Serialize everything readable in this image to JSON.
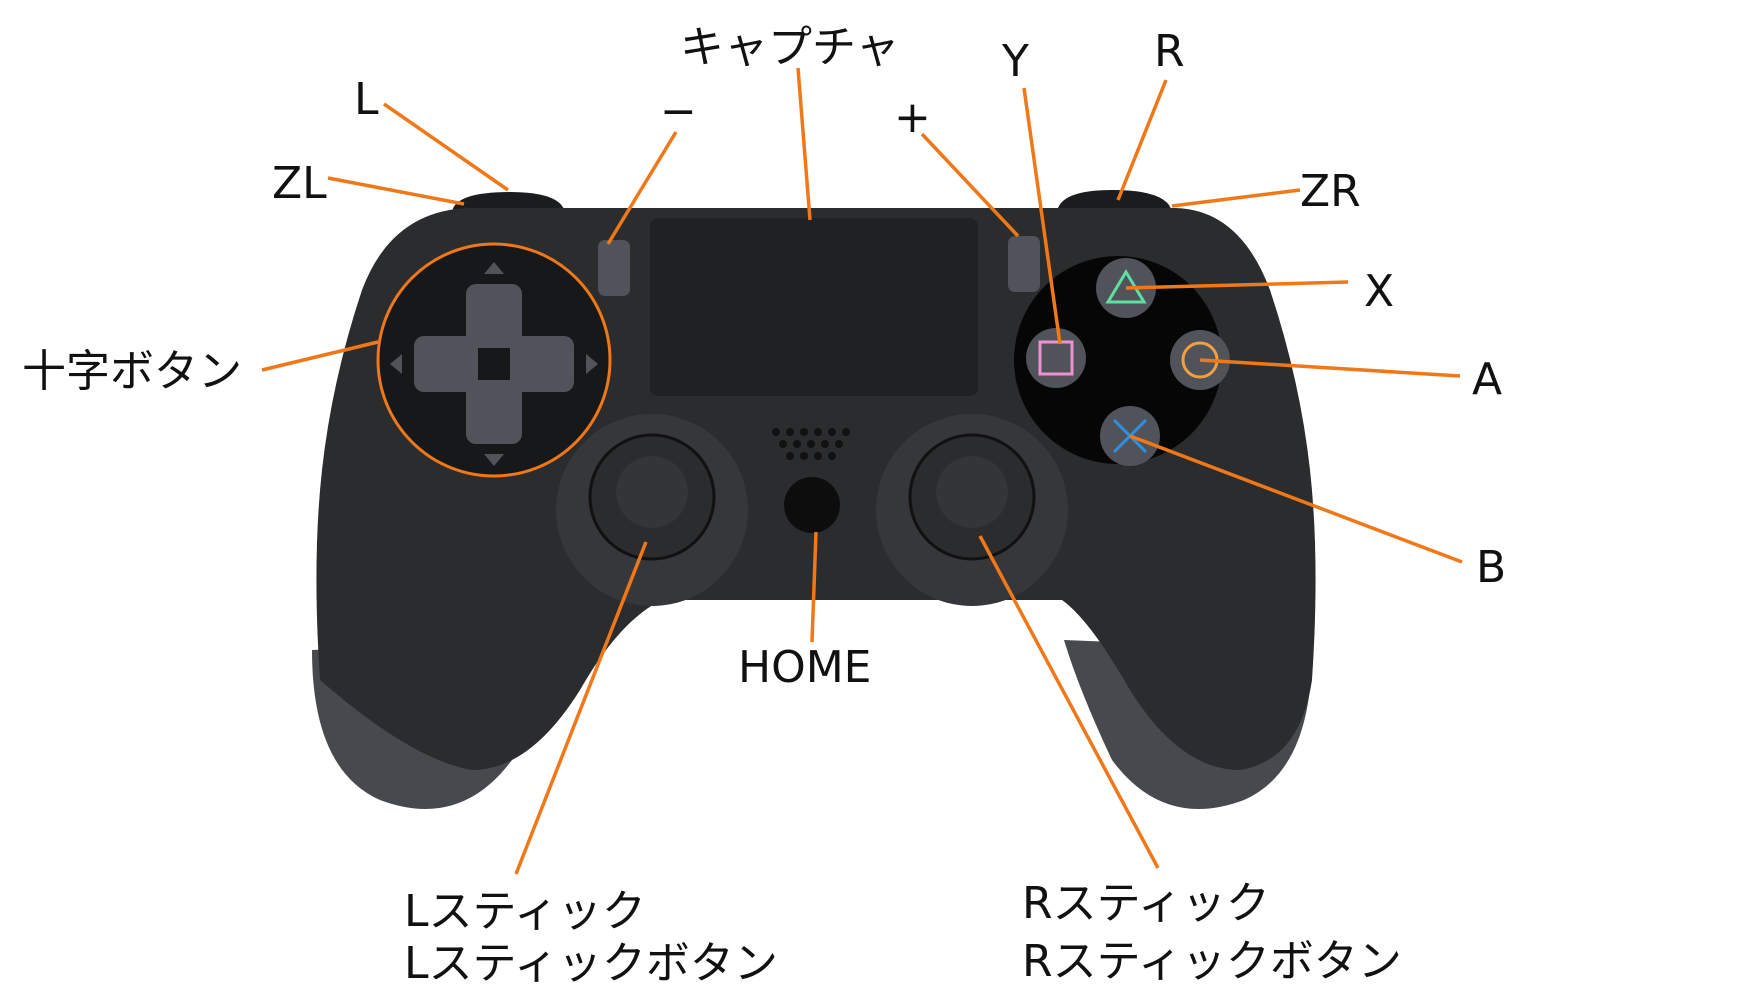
{
  "labels": {
    "l": "L",
    "zl": "ZL",
    "capture": "キャプチャ",
    "minus": "−",
    "plus": "+",
    "y": "Y",
    "r": "R",
    "zr": "ZR",
    "x": "X",
    "a": "A",
    "b": "B",
    "dpad": "十字ボタン",
    "home": "HOME",
    "lstick_line1": "Lスティック",
    "lstick_line2": "Lスティックボタン",
    "rstick_line1": "Rスティック",
    "rstick_line2": "Rスティックボタン"
  },
  "colors": {
    "leader_line": "#f07818",
    "body": "#2a2c2e",
    "grip_bottom": "#46494d",
    "button_fill": "#505359",
    "triangle": "#5ee0a0",
    "square": "#f090d0",
    "circle": "#f0a040",
    "cross": "#3090e0"
  }
}
